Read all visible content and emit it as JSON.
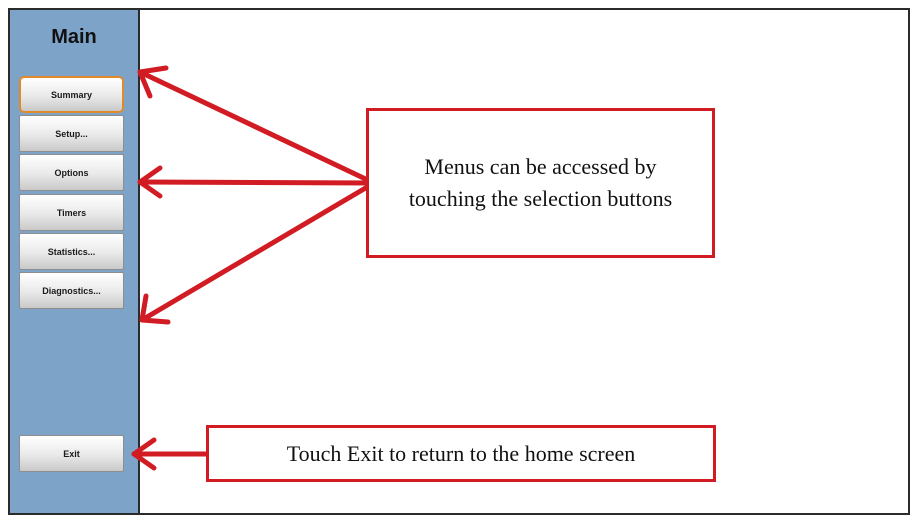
{
  "sidebar": {
    "title": "Main",
    "items": [
      {
        "label": "Summary",
        "active": true
      },
      {
        "label": "Setup..."
      },
      {
        "label": "Options"
      },
      {
        "label": "Timers"
      },
      {
        "label": "Statistics..."
      },
      {
        "label": "Diagnostics..."
      }
    ],
    "exit_label": "Exit"
  },
  "callouts": {
    "menus": "Menus can be accessed by touching the selection buttons",
    "exit": "Touch Exit to return to the home screen"
  },
  "colors": {
    "sidebar_bg": "#7ea3c9",
    "callout_red": "#d11c24",
    "active_outline": "#e08a2c"
  }
}
